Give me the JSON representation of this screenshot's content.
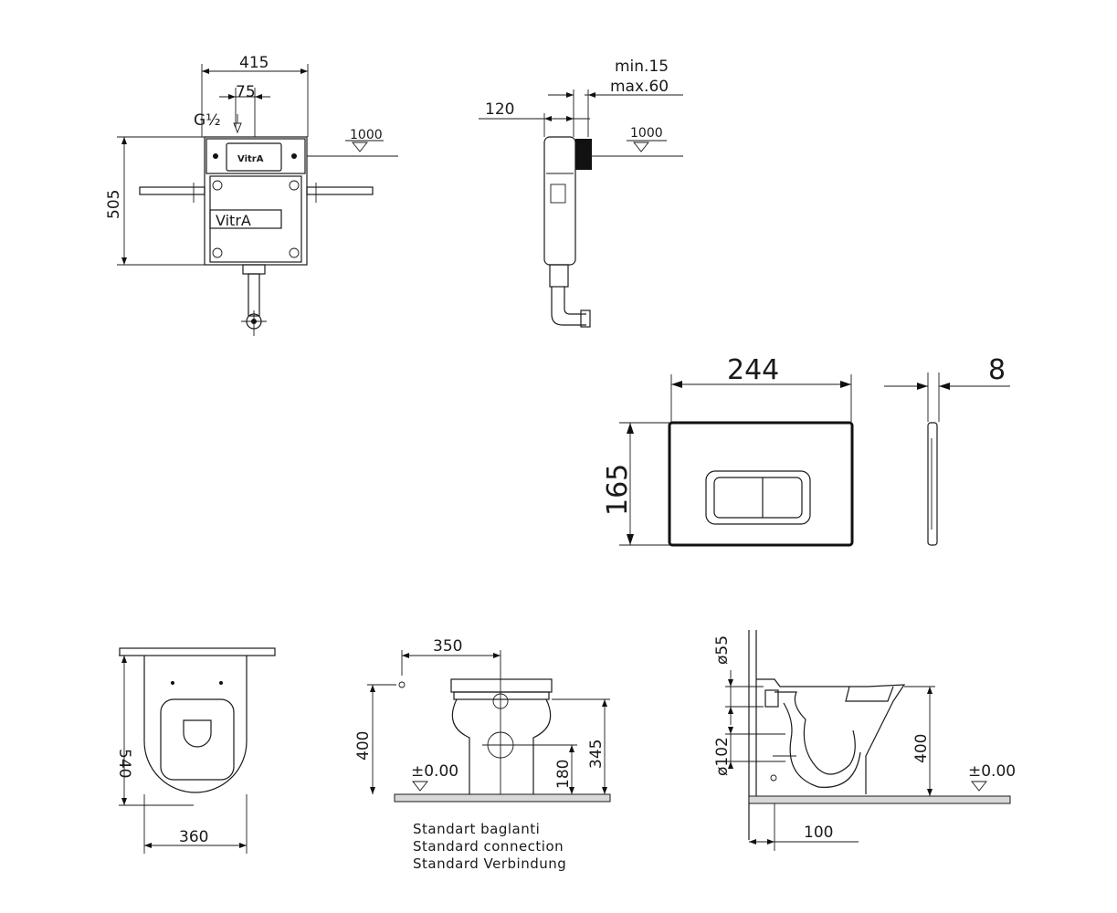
{
  "frame": {
    "dims": {
      "width": "415",
      "height": "505",
      "inlet_offset": "75",
      "thread": "G½"
    },
    "brand_label": "VitrA",
    "brand_label_small": "VitrA"
  },
  "frame_side": {
    "depth": "120",
    "adjust_min": "min.15",
    "adjust_max": "max.60",
    "level_mark_1": "1000",
    "level_mark_2": "1000"
  },
  "flush_plate": {
    "width": "244",
    "height": "165",
    "thickness": "8"
  },
  "toilet_top": {
    "length": "540",
    "width": "360"
  },
  "toilet_front": {
    "offset": "350",
    "height": "400",
    "total_height": "345",
    "outlet_height": "180",
    "floor_level": "±0.00",
    "caption": [
      "Standart baglanti",
      "Standard connection",
      "Standard Verbindung"
    ]
  },
  "toilet_side": {
    "inlet_diameter": "ø55",
    "outlet_diameter": "ø102",
    "height": "400",
    "wall_distance": "100",
    "floor_level": "±0.00"
  }
}
